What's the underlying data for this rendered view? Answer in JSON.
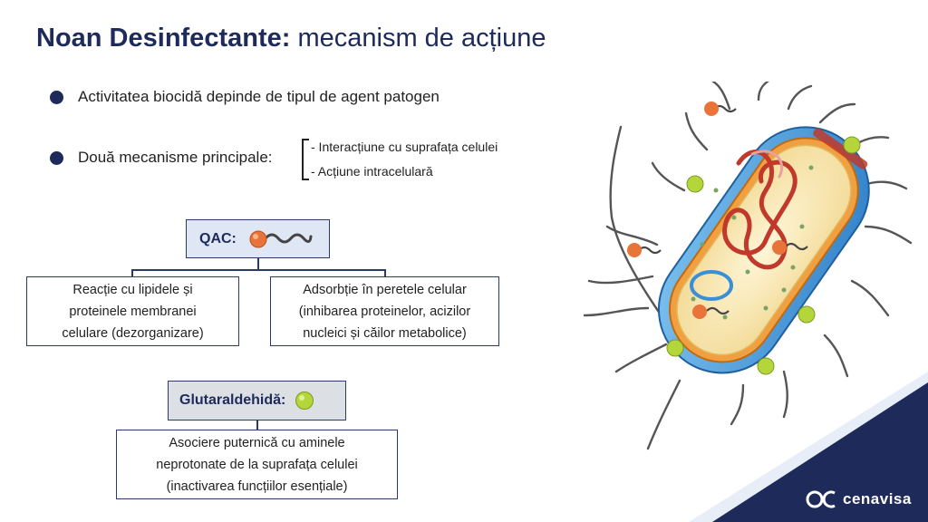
{
  "title": {
    "bold": "Noan Desinfectante:",
    "rest": "mecanism de acțiune"
  },
  "bullets": [
    "Activitatea biocidă depinde de tipul de agent patogen",
    "Două mecanisme principale:"
  ],
  "mechanisms": [
    "- Interacțiune cu suprafața celulei",
    "- Acțiune intracelulară"
  ],
  "qac": {
    "label": "QAC:",
    "boxes": [
      [
        "Reacție cu lipidele și",
        "proteinele membranei",
        "celulare (dezorganizare)"
      ],
      [
        "Adsorbție în peretele celular",
        "(inhibarea proteinelor, acizilor",
        "nucleici și căilor metabolice)"
      ]
    ]
  },
  "glutaraldehida": {
    "label": "Glutaraldehidă:",
    "box": [
      "Asociere puternică cu aminele",
      "neprotonate de la suprafața celulei",
      "(inactivarea funcțiilor esențiale)"
    ]
  },
  "logo": {
    "text": "cenavisa"
  },
  "colors": {
    "navy": "#1e2b5a",
    "qac_orange": "#e8743a",
    "glut_green": "#b5d63a",
    "qac_header": "#dfe7f5",
    "glut_header": "#dcdfe4"
  }
}
